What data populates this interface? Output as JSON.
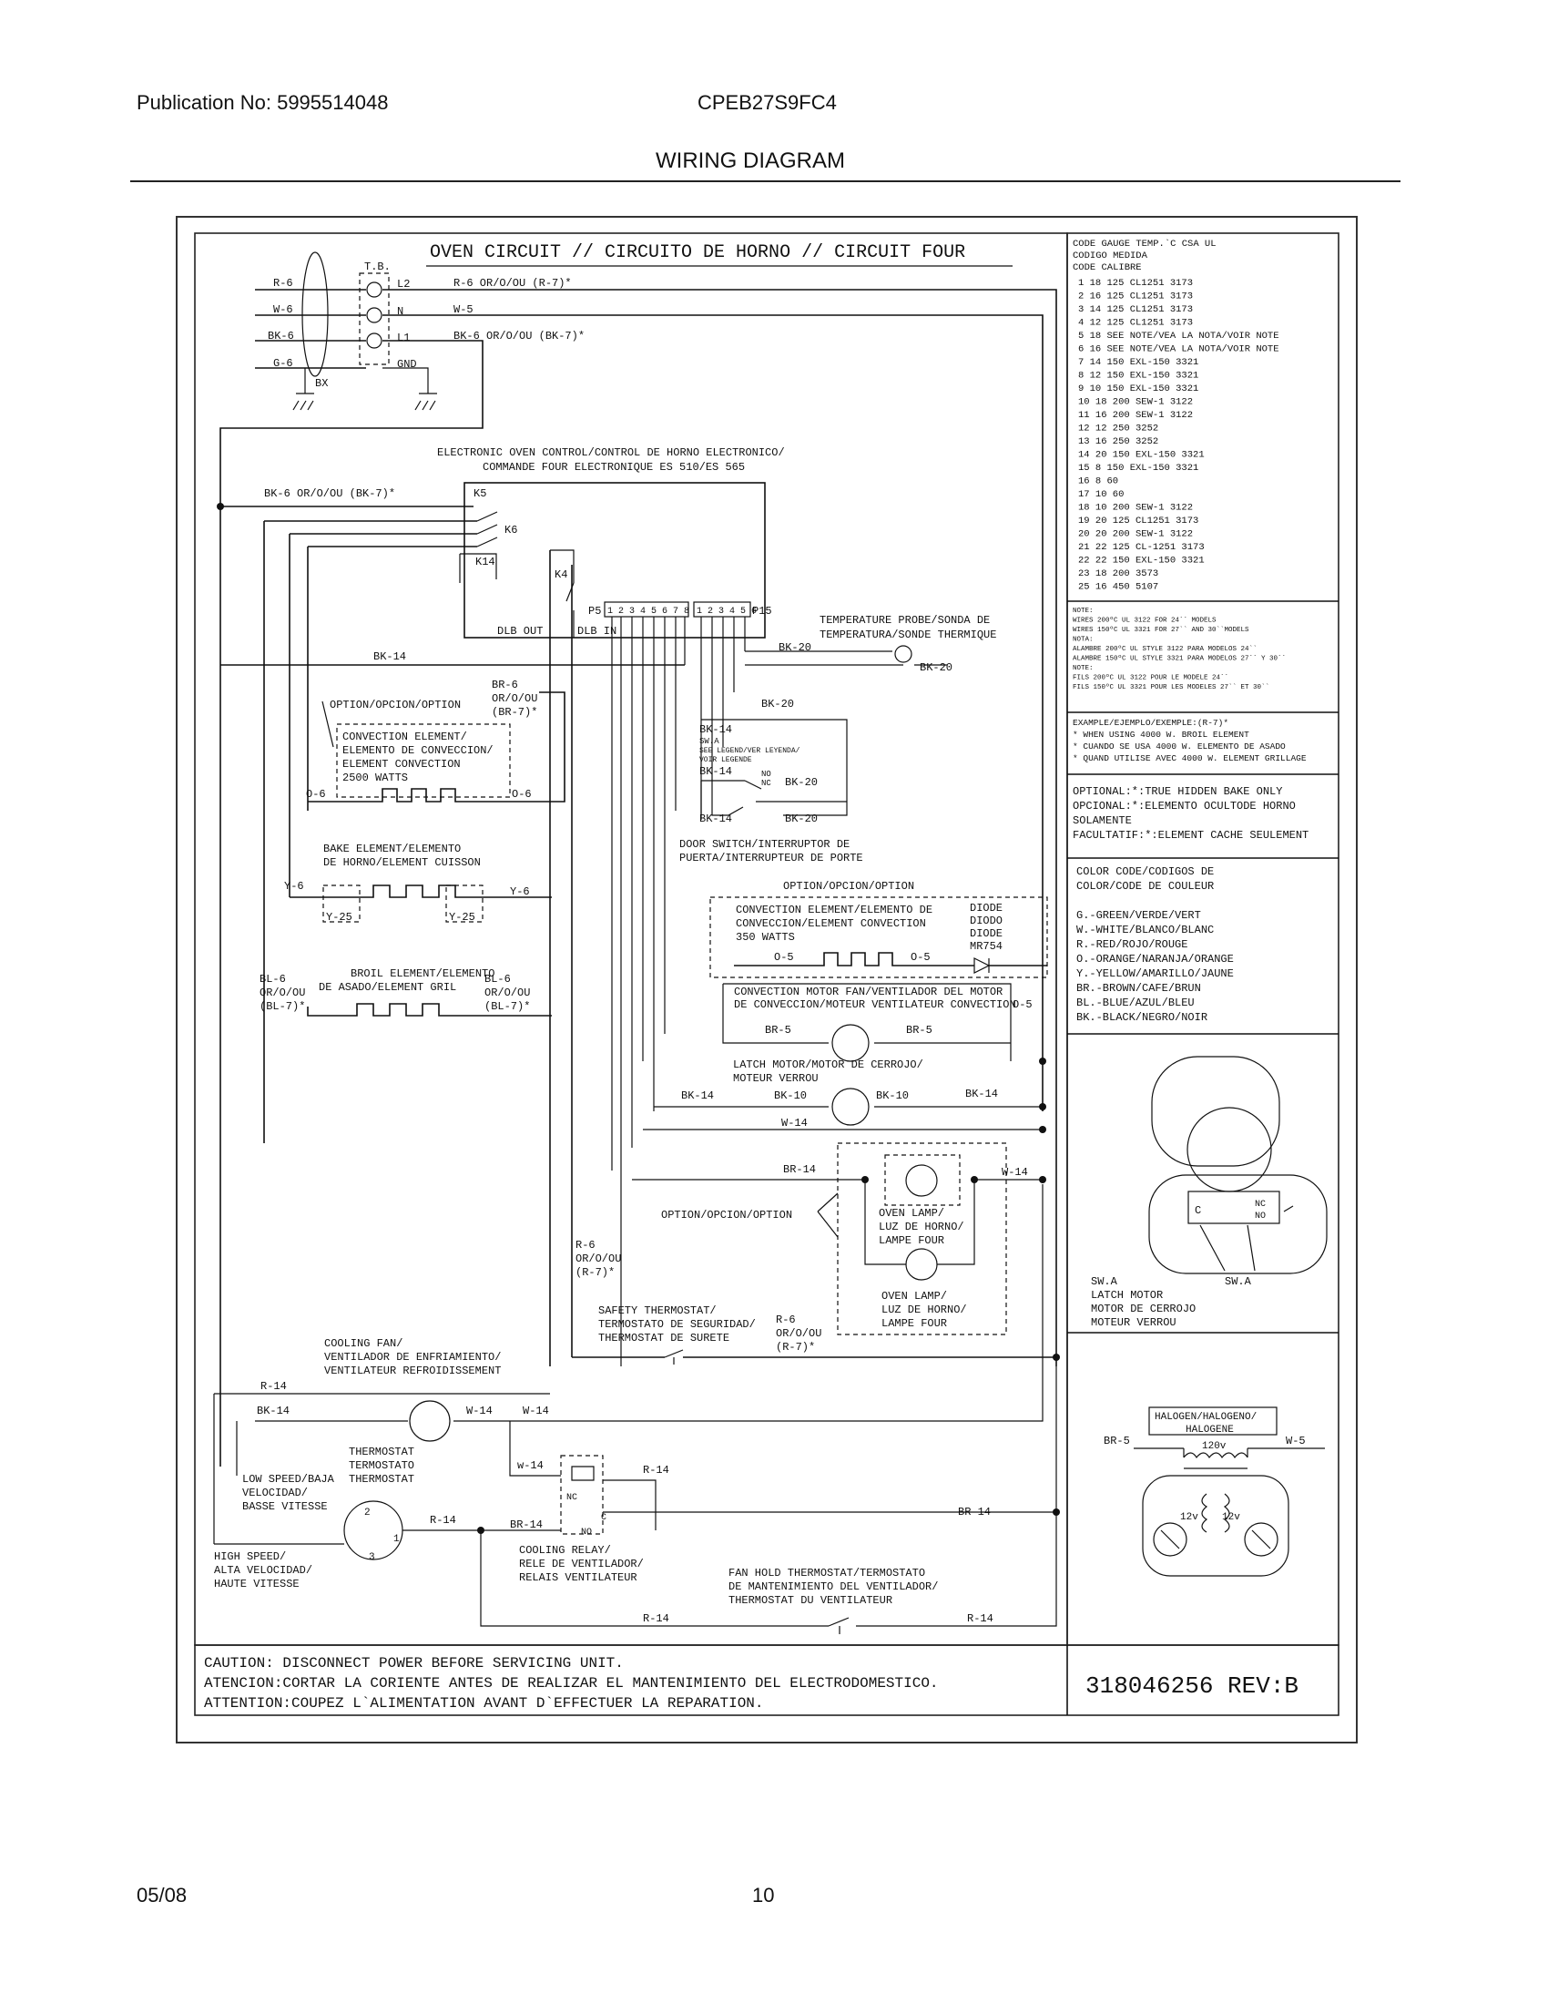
{
  "header": {
    "publication": "Publication No: 5995514048",
    "model": "CPEB27S9FC4",
    "title": "WIRING DIAGRAM"
  },
  "footer": {
    "date": "05/08",
    "page": "10"
  },
  "diagram": {
    "oven_title": "OVEN CIRCUIT // CIRCUITO DE HORNO // CIRCUIT FOUR",
    "tb": "T.B.",
    "tb_l2": "L2",
    "tb_n": "N",
    "tb_l1": "L1",
    "tb_gnd": "GND",
    "bx": "BX",
    "r6": "R-6",
    "w6": "W-6",
    "bk6": "BK-6",
    "g6": "G-6",
    "l2_wire": "R-6 OR/O/OU (R-7)*",
    "n_wire": "W-5",
    "l1_wire": "BK-6 OR/O/OU (BK-7)*",
    "eoc1": "ELECTRONIC OVEN CONTROL/CONTROL DE HORNO ELECTRONICO/",
    "eoc2": "COMMANDE FOUR ELECTRONIQUE ES 510/ES 565",
    "bk6_left": "BK-6 OR/O/OU (BK-7)*",
    "k5": "K5",
    "k6": "K6",
    "k14": "K14",
    "k4": "K4",
    "p5": "P5",
    "p15": "P15",
    "p5_pins": "1 2 3 4 5 6 7 8",
    "p15_pins": "1 2 3 4 5 6",
    "dlb_out": "DLB OUT",
    "dlb_in": "DLB IN",
    "bk14": "BK-14",
    "bk20": "BK-20",
    "temp_probe1": "TEMPERATURE PROBE/SONDA DE",
    "temp_probe2": "TEMPERATURA/SONDE THERMIQUE",
    "option": "OPTION/OPCION/OPTION",
    "br6_1": "BR-6",
    "br6_2": "OR/O/OU",
    "br6_3": "(BR-7)*",
    "conv1": "CONVECTION ELEMENT/",
    "conv2": "ELEMENTO DE CONVECCION/",
    "conv3": "ELEMENT CONVECTION",
    "conv4": "2500 WATTS",
    "o6": "O-6",
    "swa": "SW.A",
    "swa_note1": "SEE LEGEND/VER LEYENDA/",
    "swa_note2": "VOIR LEGENDE",
    "no": "NO",
    "nc": "NC",
    "door1": "DOOR SWITCH/INTERRUPTOR DE",
    "door2": "PUERTA/INTERRUPTEUR DE PORTE",
    "bake1": "BAKE ELEMENT/ELEMENTO",
    "bake2": "DE HORNO/ELEMENT CUISSON",
    "y6": "Y-6",
    "y25": "Y-25",
    "conv350_1": "CONVECTION ELEMENT/ELEMENTO DE",
    "conv350_2": "CONVECCION/ELEMENT CONVECTION",
    "conv350_3": "350 WATTS",
    "diode1": "DIODE",
    "diode2": "DIODO",
    "diode3": "DIODE",
    "diode4": "MR754",
    "o5": "O-5",
    "cmotor1": "CONVECTION MOTOR FAN/VENTILADOR DEL MOTOR",
    "cmotor2": "DE CONVECCION/MOTEUR VENTILATEUR CONVECTION",
    "br5": "BR-5",
    "broil1": "BROIL ELEMENT/ELEMENTO",
    "broil2": "DE ASADO/ELEMENT GRIL",
    "bl6": "BL-6",
    "bl6b": "OR/O/OU",
    "bl7": "(BL-7)*",
    "latch1": "LATCH MOTOR/MOTOR DE CERROJO/",
    "latch2": "MOTEUR VERROU",
    "bk10": "BK-10",
    "w14": "W-14",
    "br14": "BR-14",
    "r14": "R-14",
    "r6b": "R-6",
    "lamp1": "OVEN LAMP/",
    "lamp2": "LUZ DE HORNO/",
    "lamp3": "LAMPE FOUR",
    "safety1": "SAFETY THERMOSTAT/",
    "safety2": "TERMOSTATO DE SEGURIDAD/",
    "safety3": "THERMOSTAT DE SURETE",
    "cfan1": "COOLING FAN/",
    "cfan2": "VENTILADOR DE ENFRIAMIENTO/",
    "cfan3": "VENTILATEUR REFROIDISSEMENT",
    "thermo1": "THERMOSTAT",
    "thermo2": "TERMOSTATO",
    "thermo3": "THERMOSTAT",
    "low1": "LOW SPEED/BAJA",
    "low2": "VELOCIDAD/",
    "low3": "BASSE VITESSE",
    "high1": "HIGH SPEED/",
    "high2": "ALTA VELOCIDAD/",
    "high3": "HAUTE VITESSE",
    "relay1": "COOLING RELAY/",
    "relay2": "RELE DE VENTILADOR/",
    "relay3": "RELAIS VENTILATEUR",
    "fanhold1": "FAN HOLD THERMOSTAT/TERMOSTATO",
    "fanhold2": "DE MANTENIMIENTO DEL VENTILADOR/",
    "fanhold3": "THERMOSTAT DU VENTILATEUR",
    "w14lc": "w-14",
    "caution1": "CAUTION: DISCONNECT POWER BEFORE SERVICING UNIT.",
    "caution2": "ATENCION:CORTAR LA CORIENTE ANTES DE REALIZAR EL MANTENIMIENTO DEL ELECTRODOMESTICO.",
    "caution3": "ATTENTION:COUPEZ L`ALIMENTATION AVANT D`EFFECTUER LA REPARATION.",
    "part_no": "318046256 REV:B",
    "table_h1": "CODE  GAUGE   TEMP.`C  CSA     UL",
    "table_h2": "CODIGO MEDIDA",
    "table_h3": "CODE  CALIBRE",
    "table_rows": [
      "1     18      125     CL1251  3173",
      "2     16      125     CL1251  3173",
      "3     14      125     CL1251  3173",
      "4     12      125     CL1251  3173",
      "5     18 SEE NOTE/VEA LA NOTA/VOIR NOTE",
      "6     16 SEE NOTE/VEA LA NOTA/VOIR NOTE",
      "7     14      150     EXL-150 3321",
      "8     12      150     EXL-150 3321",
      "9     10      150     EXL-150 3321",
      "10    18      200     SEW-1   3122",
      "11    16      200     SEW-1   3122",
      "12    12      250             3252",
      "13    16      250             3252",
      "14    20      150     EXL-150 3321",
      "15    8       150     EXL-150 3321",
      "16    8       60",
      "17    10      60",
      "18    10      200     SEW-1   3122",
      "19    20      125     CL1251  3173",
      "20    20      200     SEW-1   3122",
      "21    22      125     CL-1251 3173",
      "22    22      150     EXL-150 3321",
      "23    18      200             3573",
      "25    16      450             5107"
    ],
    "note_lines": [
      "NOTE:",
      "WIRES 200ºC UL 3122 FOR 24`` MODELS",
      "WIRES 150ºC UL 3321 FOR 27`` AND 30``MODELS",
      "NOTA:",
      "ALAMBRE 200ºC UL STYLE 3122 PARA MODELOS 24``",
      "ALAMBRE 150ºC UL STYLE 3321 PARA MODELOS 27`` Y 30``",
      "NOTE:",
      "FILS 200ºC UL 3122 POUR LE MODELE 24``",
      "FILS 150ºC UL 3321 POUR LES MODELES 27`` ET 30``"
    ],
    "example_lines": [
      "EXAMPLE/EJEMPLO/EXEMPLE:(R-7)*",
      "* WHEN USING 4000 W. BROIL ELEMENT",
      "* CUANDO SE USA 4000 W. ELEMENTO DE ASADO",
      "* QUAND UTILISE AVEC 4000 W. ELEMENT GRILLAGE"
    ],
    "optional_lines": [
      "OPTIONAL:*:TRUE HIDDEN BAKE ONLY",
      "OPCIONAL:*:ELEMENTO OCULTODE HORNO",
      "           SOLAMENTE",
      "FACULTATIF:*:ELEMENT CACHE SEULEMENT"
    ],
    "color_lines": [
      "COLOR CODE/CODIGOS DE",
      "COLOR/CODE DE COULEUR",
      "",
      "G.-GREEN/VERDE/VERT",
      "W.-WHITE/BLANCO/BLANC",
      "R.-RED/ROJO/ROUGE",
      "O.-ORANGE/NARANJA/ORANGE",
      "Y.-YELLOW/AMARILLO/JAUNE",
      "BR.-BROWN/CAFE/BRUN",
      "BL.-BLUE/AZUL/BLEU",
      "BK.-BLACK/NEGRO/NOIR"
    ],
    "latch_legend": [
      "SW.A",
      "LATCH MOTOR",
      "MOTOR DE CERROJO",
      "MOTEUR VERROU"
    ],
    "latch_c": "C",
    "latch_nc": "NC",
    "latch_no": "NO",
    "latch_swa": "SW.A",
    "halogen1": "HALOGEN/HALOGENO/",
    "halogen2": "HALOGENE",
    "halogen3": "120v",
    "br5r": "BR-5",
    "w5r": "W-5",
    "v12a": "12v",
    "v12b": "12v"
  }
}
